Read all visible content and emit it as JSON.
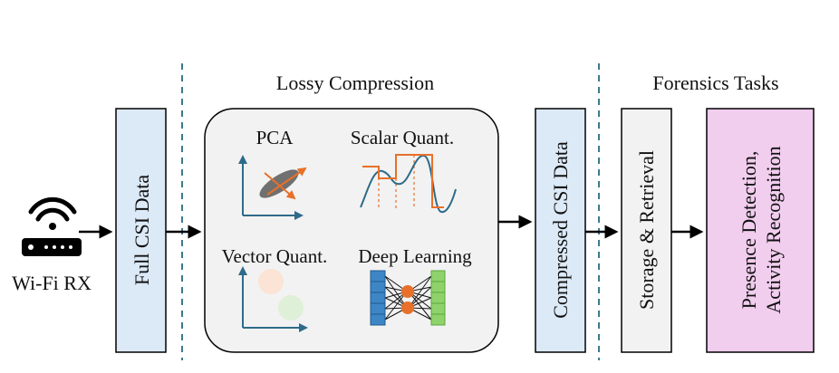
{
  "section_headers": {
    "lossy_compression": "Lossy Compression",
    "forensics_tasks": "Forensics Tasks"
  },
  "receiver": {
    "icon": "wifi-router-icon",
    "label": "Wi-Fi RX"
  },
  "blocks": {
    "full_csi": "Full CSI Data",
    "compressed_csi": "Compressed CSI Data",
    "storage": "Storage & Retrieval",
    "presence_line1": "Presence Detection,",
    "presence_line2": "Activity Recognition"
  },
  "methods": {
    "pca": "PCA",
    "scalar_quant": "Scalar Quant.",
    "vector_quant": "Vector Quant.",
    "deep_learning": "Deep Learning"
  },
  "colors": {
    "blue_box_fill": "#dce9f7",
    "pink_box_fill": "#f1cdee",
    "gray_box_fill": "#f2f2f2",
    "panel_fill": "#f2f2f2",
    "axis_blue": "#2e6b8a",
    "accent_orange": "#e8702a",
    "ellipse_gray": "#707070",
    "cluster_peach": "#fbe3d6",
    "cluster_green": "#dff0d8",
    "nn_blue": "#3d86c6",
    "nn_green": "#8fd26c",
    "divider_teal": "#3c7a8c"
  }
}
